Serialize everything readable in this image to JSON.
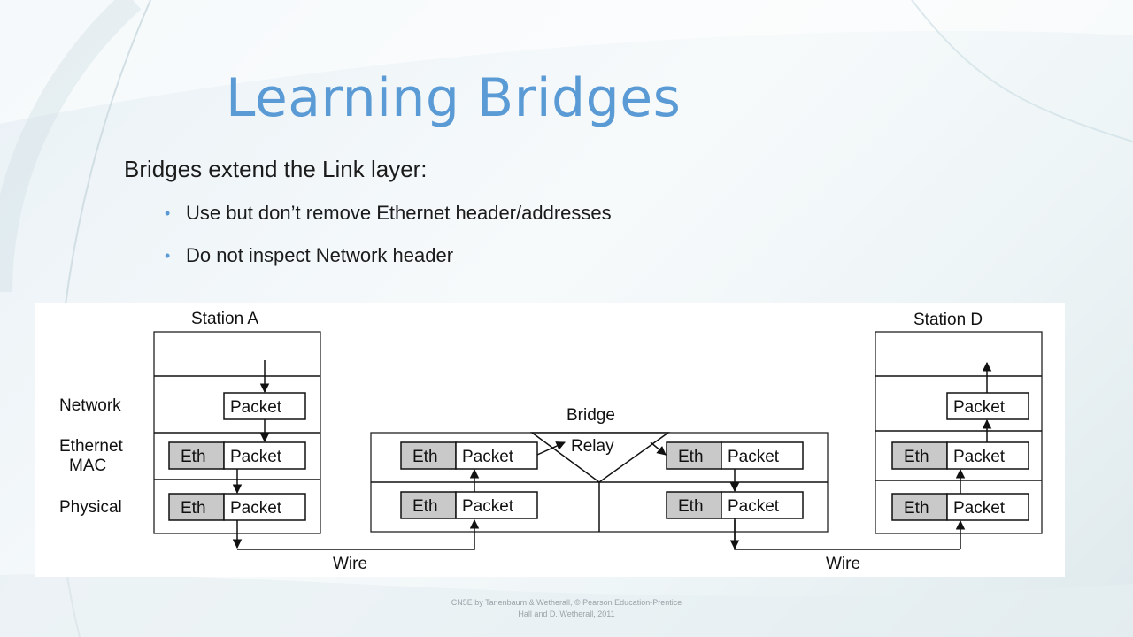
{
  "slide": {
    "title": "Learning Bridges",
    "subtitle": "Bridges extend the Link layer:",
    "bullets": [
      "Use but don’t remove Ethernet header/addresses",
      "Do not inspect Network header"
    ],
    "footer_line1": "CN5E by Tanenbaum & Wetherall, © Pearson Education-Prentice",
    "footer_line2": "Hall and D. Wetherall, 2011"
  },
  "diagram": {
    "station_a": "Station A",
    "station_d": "Station D",
    "bridge": "Bridge",
    "relay": "Relay",
    "layer_network": "Network",
    "layer_ethernet_1": "Ethernet",
    "layer_ethernet_2": "MAC",
    "layer_physical": "Physical",
    "wire": "Wire",
    "eth": "Eth",
    "packet": "Packet"
  },
  "colors": {
    "title": "#5b9bd5",
    "bullet": "#5b9bd5",
    "eth_fill": "#c9c9c9"
  }
}
